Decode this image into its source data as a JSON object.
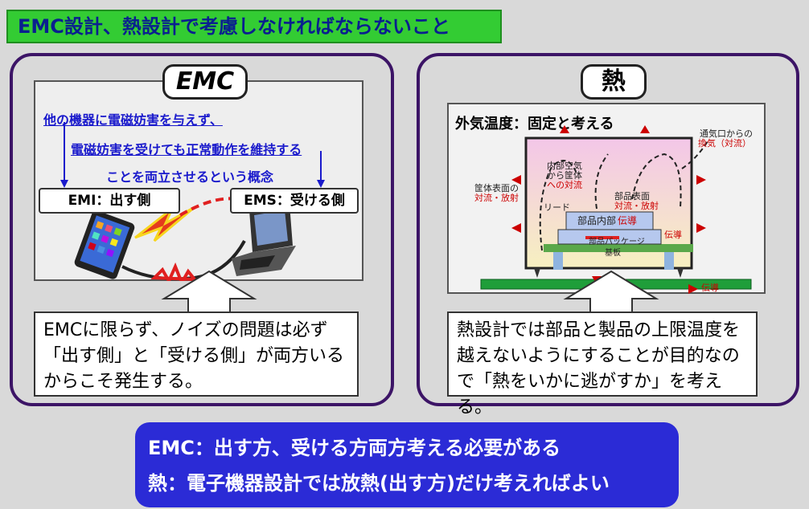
{
  "title": "EMC設計、熱設計で考慮しなければならないこと",
  "emc": {
    "tab": "EMC",
    "line1": "他の機器に電磁妨害を与えず、",
    "line2": "電磁妨害を受けても正常動作を維持する",
    "line3": "ことを両立させるという概念",
    "emi_label": "EMI：出す側",
    "ems_label": "EMS：受ける側",
    "callout": "EMCに限らず、ノイズの問題は必ず「出す側」と「受ける側」が両方いるからこそ発生する。"
  },
  "heat": {
    "tab": "熱",
    "inner_title": "外気温度：固定と考える",
    "vent_label_1": "通気口からの",
    "vent_label_2": "換気（対流）",
    "case_surface_1": "筐体表面の",
    "case_surface_2": "対流・放射",
    "inner_air_1": "内部空気",
    "inner_air_2": "から筐体",
    "inner_air_3": "への対流",
    "part_surface_1": "部品表面",
    "part_surface_2": "対流・放射",
    "lead": "リード",
    "part_inner": "部品内部",
    "conduction": "伝導",
    "package": "部品パッケージ",
    "board": "基板",
    "callout": "熱設計では部品と製品の上限温度を越えないようにすることが目的なので「熱をいかに逃がすか」を考える。"
  },
  "summary": {
    "line1": "EMC：出す方、受ける方両方考える必要がある",
    "line2": "熱：電子機器設計では放熱(出す方)だけ考えればよい"
  },
  "colors": {
    "title_bg": "#33cc33",
    "title_text": "#0a1f8f",
    "panel_border": "#3c1466",
    "blue_text": "#1a1acc",
    "summary_bg": "#2b2bd6",
    "heat_arrow": "#cc0000"
  }
}
